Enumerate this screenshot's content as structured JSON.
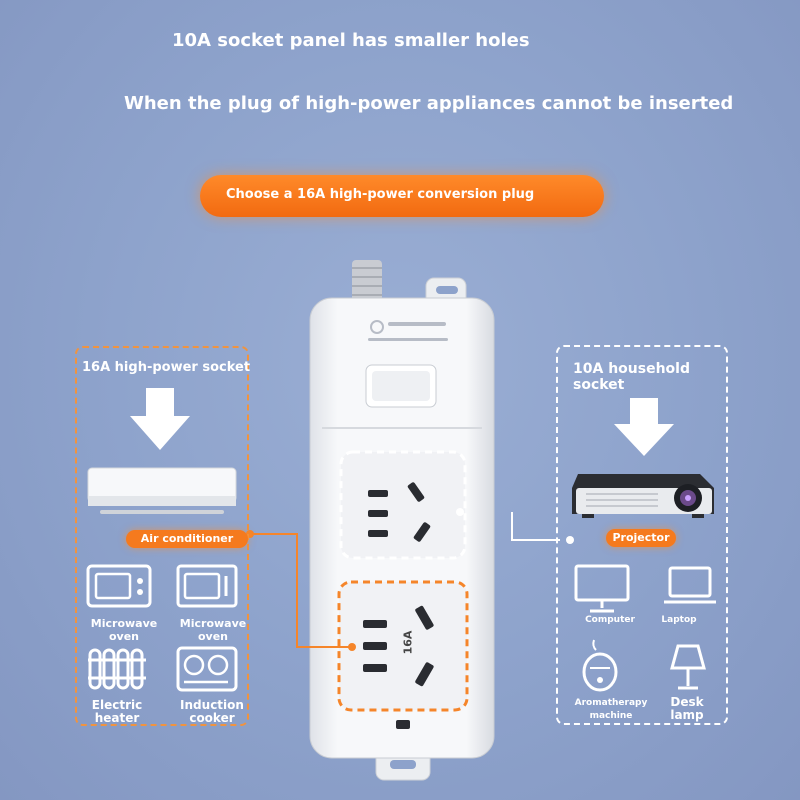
{
  "headline_top": "10A socket panel has smaller holes",
  "headline_sub": "When the plug of high-power appliances cannot be inserted",
  "cta_label": "Choose a 16A high-power conversion plug",
  "left_panel": {
    "title": "16A high-power socket",
    "featured_tag": "Air conditioner",
    "items": [
      "Microwave oven",
      "Microwave oven",
      "Electric heater",
      "Induction cooker"
    ],
    "items_display": [
      "Microwave\noven",
      "Microwave\noven",
      "Electric\nheater",
      "Induction\ncooker"
    ]
  },
  "right_panel": {
    "title": "10A household socket",
    "featured_tag": "Projector",
    "items": [
      "Computer",
      "Laptop",
      "Aromatherapy machine",
      "Desk lamp"
    ]
  },
  "socket_label": "16A",
  "colors": {
    "accent_orange": "#f57a1e",
    "background": "#8da2cb",
    "power_strip": "#f4f5f7"
  },
  "icons": [
    "arrow-down-icon",
    "air-conditioner-icon",
    "microwave-icon",
    "heater-icon",
    "induction-cooker-icon",
    "projector-icon",
    "computer-icon",
    "laptop-icon",
    "aroma-diffuser-icon",
    "desk-lamp-icon"
  ]
}
